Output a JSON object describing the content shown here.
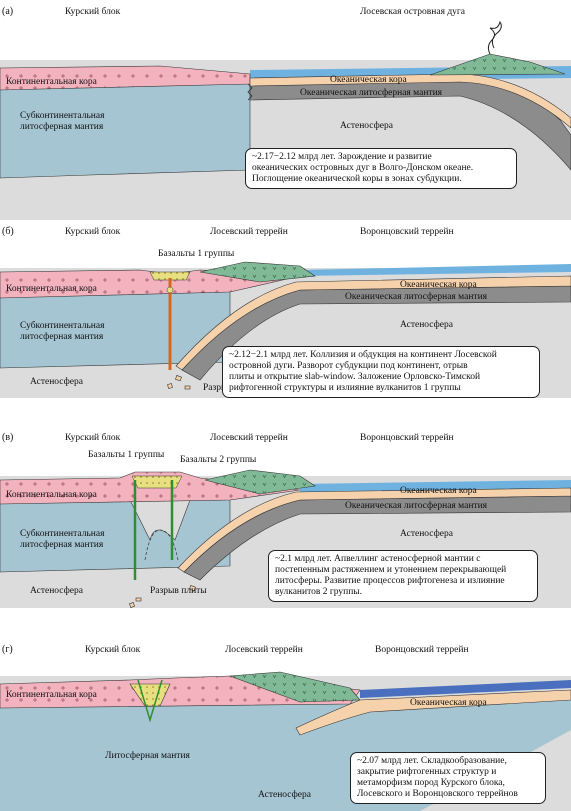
{
  "colors": {
    "crust": "#f2b3bf",
    "mantle": "#a6c5d3",
    "asthenosphere": "#dcdcdc",
    "ocean_crust": "#f6d2ac",
    "ocean_mantle": "#8c8c8c",
    "arc": "#7fb996",
    "sea": "#6fb2e0",
    "basalt": "#e8e080",
    "dike": "#2f8f2f",
    "dike_b": "#d2691e"
  },
  "panels": [
    {
      "letter": "(а)",
      "top_labels": [
        "Курский блок",
        "Лосевская островная дуга"
      ],
      "continental_crust": "Континентальная кора",
      "oceanic_crust": "Океаническая кора",
      "oceanic_mantle": "Океаническая литосферная мантия",
      "subcont_mantle": [
        "Субконтинентальная",
        "литосферная мантия"
      ],
      "asthenosphere": "Астеносфера",
      "note": [
        "~2.17−2.12 млрд лет. Зарождение и развитие",
        "океанических островных дуг в Волго-Донском океане.",
        "Поглощение океанической коры в зонах субдукции."
      ]
    },
    {
      "letter": "(б)",
      "top_labels": [
        "Курский блок",
        "Лосевский террейн",
        "Воронцовский террейн"
      ],
      "basalts": "Базальты 1 группы",
      "continental_crust": "Континентальная кора",
      "oceanic_crust": "Океаническая кора",
      "oceanic_mantle": "Океаническая литосферная мантия",
      "subcont_mantle": [
        "Субконтинентальная",
        "литосферная мантия"
      ],
      "asthenosphere_right": "Астеносфера",
      "asthenosphere_left": "Астеносфера",
      "slab_break": "Разрыв плиты",
      "note": [
        "~2.12−2.1 млрд лет. Коллизия и обдукция на континент Лосевской",
        "островной дуги. Разворот субдукции под континент, отрыв",
        "плиты и открытие slab-window. Заложение Орловско-Тимской",
        "рифтогенной структуры и излияние вулканитов 1 группы"
      ]
    },
    {
      "letter": "(в)",
      "top_labels": [
        "Курский блок",
        "Лосевский террейн",
        "Воронцовский террейн"
      ],
      "basalts_1": "Базальты 1 группы",
      "basalts_2": "Базальты 2 группы",
      "continental_crust": "Континентальная кора",
      "oceanic_crust": "Океаническая кора",
      "oceanic_mantle": "Океаническая литосферная мантия",
      "subcont_mantle": [
        "Субконтинентальная",
        "литосферная мантия"
      ],
      "asthenosphere_right": "Астеносфера",
      "asthenosphere_left": "Астеносфера",
      "slab_break": "Разрыв плиты",
      "note": [
        "~2.1 млрд лет. Апвеллинг астеносферной мантии с",
        "постепенным растяжением и утонением перекрывающей",
        "литосферы. Развитие процессов рифтогенеза и излияние",
        "вулканитов 2 группы."
      ]
    },
    {
      "letter": "(г)",
      "top_labels": [
        "Курский блок",
        "Лосевский террейн",
        "Воронцовский террейн"
      ],
      "continental_crust": "Континентальная кора",
      "oceanic_crust": "Океаническая кора",
      "lith_mantle": "Литосферная мантия",
      "asthenosphere": "Астеносфера",
      "note": [
        "~2.07 млрд лет. Складкообразование,",
        "закрытие рифтогенных структур и",
        "метаморфизм пород Курского блока,",
        "Лосевского и Воронцовского террейнов"
      ]
    }
  ]
}
